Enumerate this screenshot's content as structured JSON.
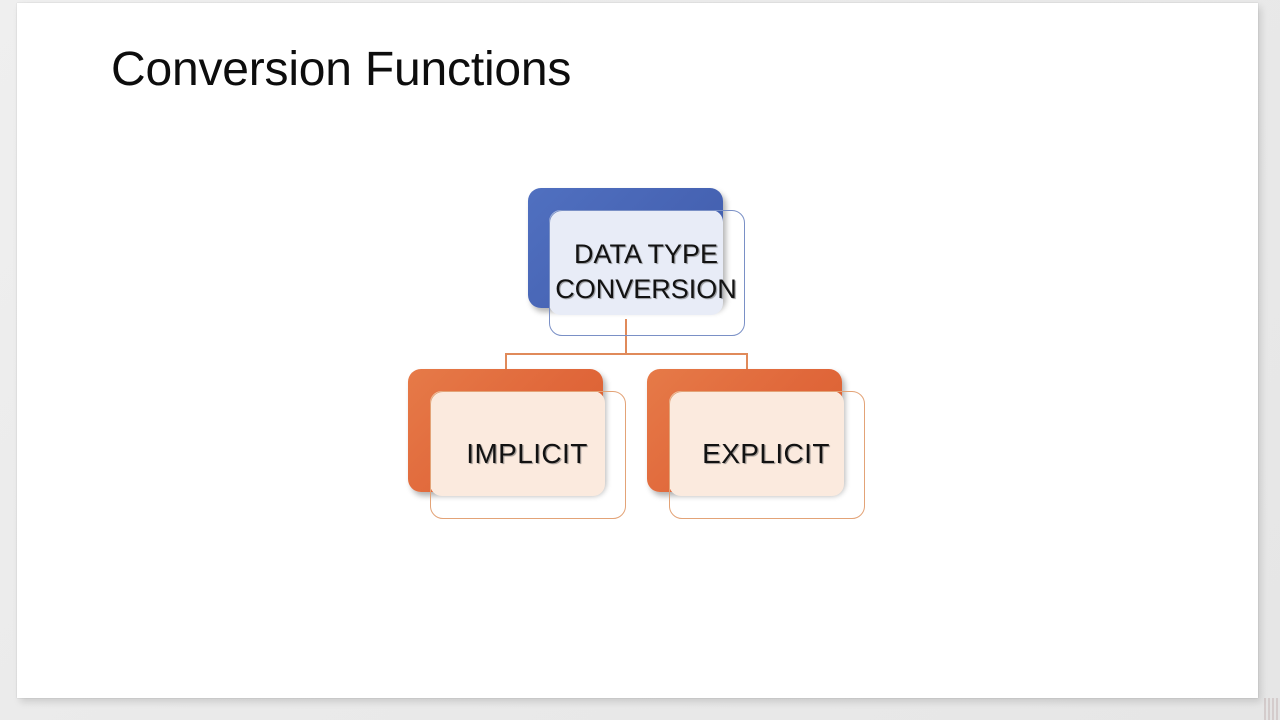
{
  "slide": {
    "title": "Conversion Functions",
    "background_color": "#ffffff",
    "canvas_color": "#eaeaea"
  },
  "diagram": {
    "type": "hierarchy",
    "accent_blue": "#4764b4",
    "accent_orange": "#e0673a",
    "connector_color": "#e08a5a",
    "root": {
      "id": "data-type-conversion",
      "label": "DATA TYPE\nCONVERSION",
      "color": "#4764b4",
      "tint": "#e8ecf7",
      "outline": "#7a90c6"
    },
    "children": [
      {
        "id": "implicit",
        "label": "IMPLICIT",
        "color": "#e0673a",
        "tint": "#fbeade",
        "outline": "#e3a377"
      },
      {
        "id": "explicit",
        "label": "EXPLICIT",
        "color": "#e0673a",
        "tint": "#fbeade",
        "outline": "#e3a377"
      }
    ]
  }
}
